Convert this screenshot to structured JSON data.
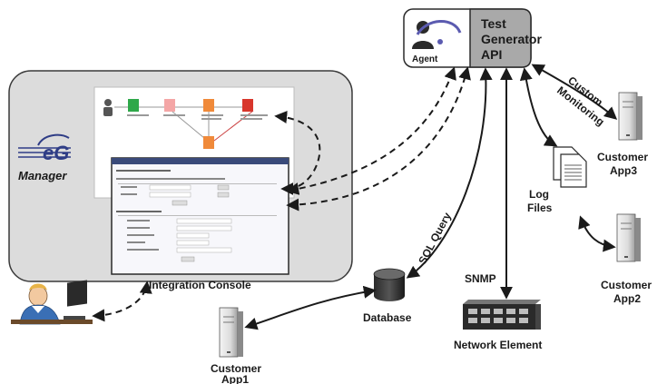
{
  "agent_box": {
    "agent_label": "Agent",
    "api_label_line1": "Test",
    "api_label_line2": "Generator",
    "api_label_line3": "API"
  },
  "manager": {
    "logo_text": "eG",
    "label": "Manager"
  },
  "integration_console": {
    "label": "Integration Console"
  },
  "database": {
    "label": "Database"
  },
  "network_element": {
    "label": "Network Element"
  },
  "log_files": {
    "line1": "Log",
    "line2": "Files"
  },
  "customer_app1": {
    "line1": "Customer",
    "line2": "App1"
  },
  "customer_app2": {
    "line1": "Customer",
    "line2": "App2"
  },
  "customer_app3": {
    "line1": "Customer",
    "line2": "App3"
  },
  "edge_labels": {
    "sql_query": "SQL Query",
    "snmp": "SNMP",
    "custom_monitoring_line1": "Custom",
    "custom_monitoring_line2": "Monitoring"
  },
  "colors": {
    "manager_bg": "#dcdcdc",
    "api_bg": "#a9a9a9",
    "arrow": "#1a1a1a",
    "logo_blue": "#2f3d86"
  }
}
